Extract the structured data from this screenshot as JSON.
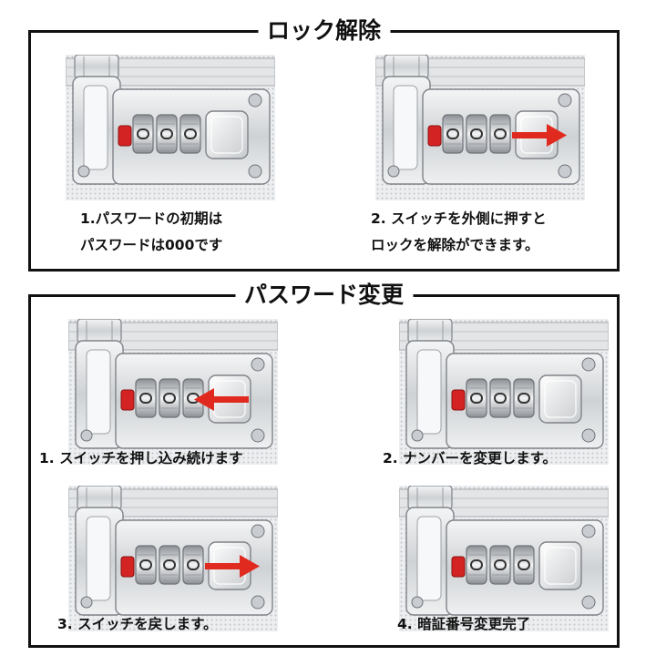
{
  "sections": {
    "unlock": {
      "title": "ロック解除",
      "steps": [
        {
          "lines": [
            "1.パスワードの初期は",
            "パスワードは000です"
          ],
          "dial": "000",
          "arrow": "none"
        },
        {
          "lines": [
            "2. スイッチを外側に押すと",
            "ロックを解除ができます。"
          ],
          "dial": "000",
          "arrow": "right"
        }
      ]
    },
    "change": {
      "title": "パスワード変更",
      "steps": [
        {
          "lines": [
            "1. スイッチを押し込み続けます"
          ],
          "dial": "000",
          "arrow": "left"
        },
        {
          "lines": [
            "2. ナンバーを変更します。"
          ],
          "dial": "000",
          "arrow": "none"
        },
        {
          "lines": [
            "3. スイッチを戻します。"
          ],
          "dial": "000",
          "arrow": "right"
        },
        {
          "lines": [
            "4. 暗証番号変更完了"
          ],
          "dial": "000",
          "arrow": "none"
        }
      ]
    }
  },
  "colors": {
    "border": "#111111",
    "metal": "#d7d9dc",
    "metal_dark": "#8d9196",
    "knob": "#d42323",
    "arrow": "#e02a1f"
  }
}
